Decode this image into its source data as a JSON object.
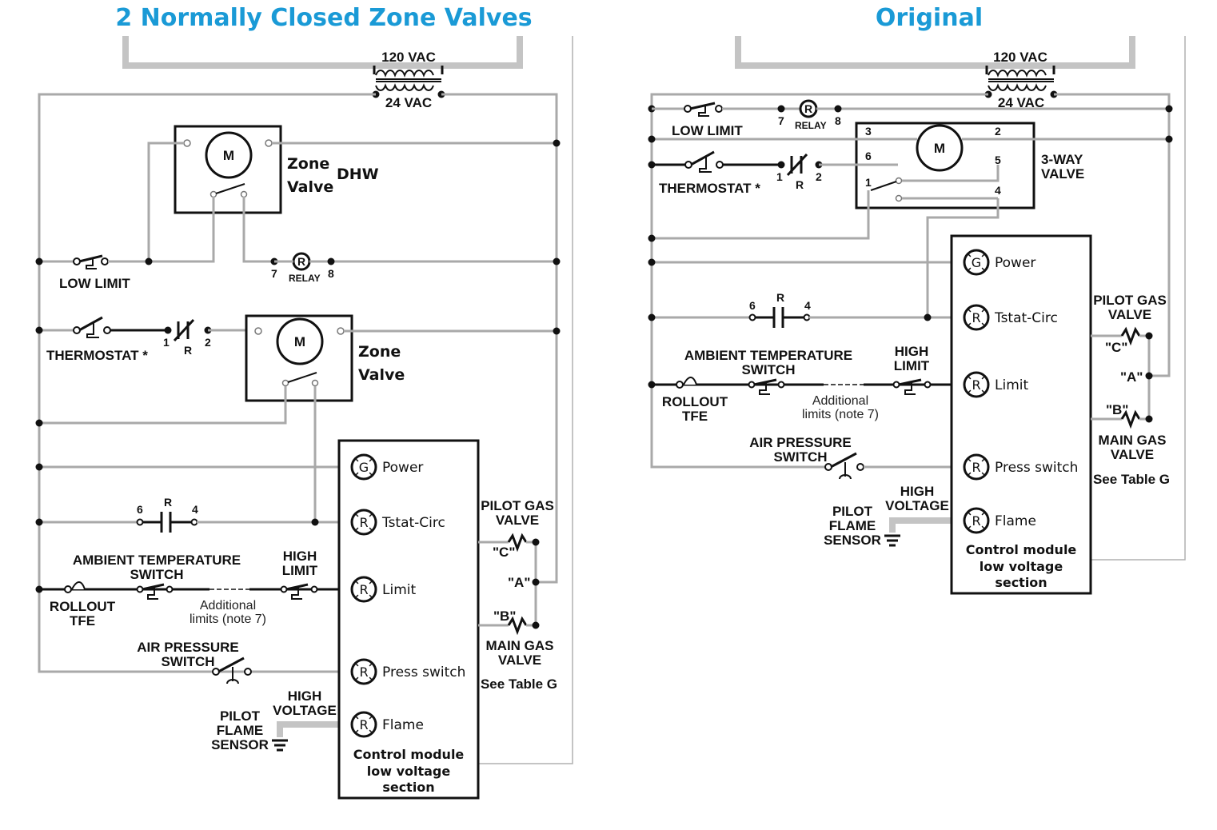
{
  "titles": {
    "left": "2 Normally Closed Zone Valves",
    "right": "Original"
  },
  "transformer": {
    "primary": "120 VAC",
    "secondary": "24 VAC"
  },
  "left": {
    "zone_valve_dhw": {
      "motor": "M",
      "line1": "Zone",
      "line2": "Valve",
      "tag": "DHW"
    },
    "low_limit": "LOW LIMIT",
    "relay": {
      "letter": "R",
      "label": "RELAY",
      "pin_a": "7",
      "pin_b": "8"
    },
    "thermostat": "THERMOSTAT *",
    "relay_contact": {
      "pin_a": "1",
      "letter": "R",
      "pin_b": "2"
    },
    "zone_valve_2": {
      "motor": "M",
      "line1": "Zone",
      "line2": "Valve"
    },
    "cap": {
      "pin_a": "6",
      "letter": "R",
      "pin_b": "4"
    },
    "ambient": {
      "line1": "AMBIENT TEMPERATURE",
      "line2": "SWITCH"
    },
    "rollout": {
      "line1": "ROLLOUT",
      "line2": "TFE"
    },
    "additional": {
      "line1": "Additional",
      "line2": "limits (note 7)"
    },
    "high_limit": {
      "line1": "HIGH",
      "line2": "LIMIT"
    },
    "air_pressure": {
      "line1": "AIR PRESSURE",
      "line2": "SWITCH"
    },
    "pilot_flame": {
      "line1": "PILOT",
      "line2": "FLAME",
      "line3": "SENSOR"
    },
    "high_voltage": {
      "line1": "HIGH",
      "line2": "VOLTAGE"
    },
    "module": {
      "terminals": [
        {
          "letter": "G",
          "label": "Power"
        },
        {
          "letter": "R",
          "label": "Tstat-Circ"
        },
        {
          "letter": "R",
          "label": "Limit"
        },
        {
          "letter": "R",
          "label": "Press switch"
        },
        {
          "letter": "R",
          "label": "Flame"
        }
      ],
      "footer1": "Control module",
      "footer2": "low voltage",
      "footer3": "section"
    },
    "pilot_gas": {
      "line1": "PILOT GAS",
      "line2": "VALVE",
      "tag_c": "\"C\""
    },
    "tag_a": "\"A\"",
    "main_gas": {
      "tag_b": "\"B\"",
      "line1": "MAIN GAS",
      "line2": "VALVE",
      "note": "See Table G"
    }
  },
  "right": {
    "low_limit": "LOW LIMIT",
    "relay": {
      "letter": "R",
      "label": "RELAY",
      "pin_a": "7",
      "pin_b": "8"
    },
    "thermostat": "THERMOSTAT *",
    "relay_contact": {
      "pin_a": "1",
      "letter": "R",
      "pin_b": "2"
    },
    "three_way": {
      "motor": "M",
      "line1": "3-WAY",
      "line2": "VALVE",
      "p1": "1",
      "p2": "2",
      "p3": "3",
      "p4": "4",
      "p5": "5",
      "p6": "6"
    },
    "cap": {
      "pin_a": "6",
      "letter": "R",
      "pin_b": "4"
    },
    "ambient": {
      "line1": "AMBIENT TEMPERATURE",
      "line2": "SWITCH"
    },
    "rollout": {
      "line1": "ROLLOUT",
      "line2": "TFE"
    },
    "additional": {
      "line1": "Additional",
      "line2": "limits (note 7)"
    },
    "high_limit": {
      "line1": "HIGH",
      "line2": "LIMIT"
    },
    "air_pressure": {
      "line1": "AIR PRESSURE",
      "line2": "SWITCH"
    },
    "pilot_flame": {
      "line1": "PILOT",
      "line2": "FLAME",
      "line3": "SENSOR"
    },
    "high_voltage": {
      "line1": "HIGH",
      "line2": "VOLTAGE"
    },
    "module": {
      "terminals": [
        {
          "letter": "G",
          "label": "Power"
        },
        {
          "letter": "R",
          "label": "Tstat-Circ"
        },
        {
          "letter": "R",
          "label": "Limit"
        },
        {
          "letter": "R",
          "label": "Press switch"
        },
        {
          "letter": "R",
          "label": "Flame"
        }
      ],
      "footer1": "Control module",
      "footer2": "low voltage",
      "footer3": "section"
    },
    "pilot_gas": {
      "line1": "PILOT GAS",
      "line2": "VALVE",
      "tag_c": "\"C\""
    },
    "tag_a": "\"A\"",
    "main_gas": {
      "tag_b": "\"B\"",
      "line1": "MAIN GAS",
      "line2": "VALVE",
      "note": "See Table G"
    }
  },
  "colors": {
    "title": "#1a9ad6",
    "wire": "#a9a9a9",
    "ink": "#111111"
  }
}
